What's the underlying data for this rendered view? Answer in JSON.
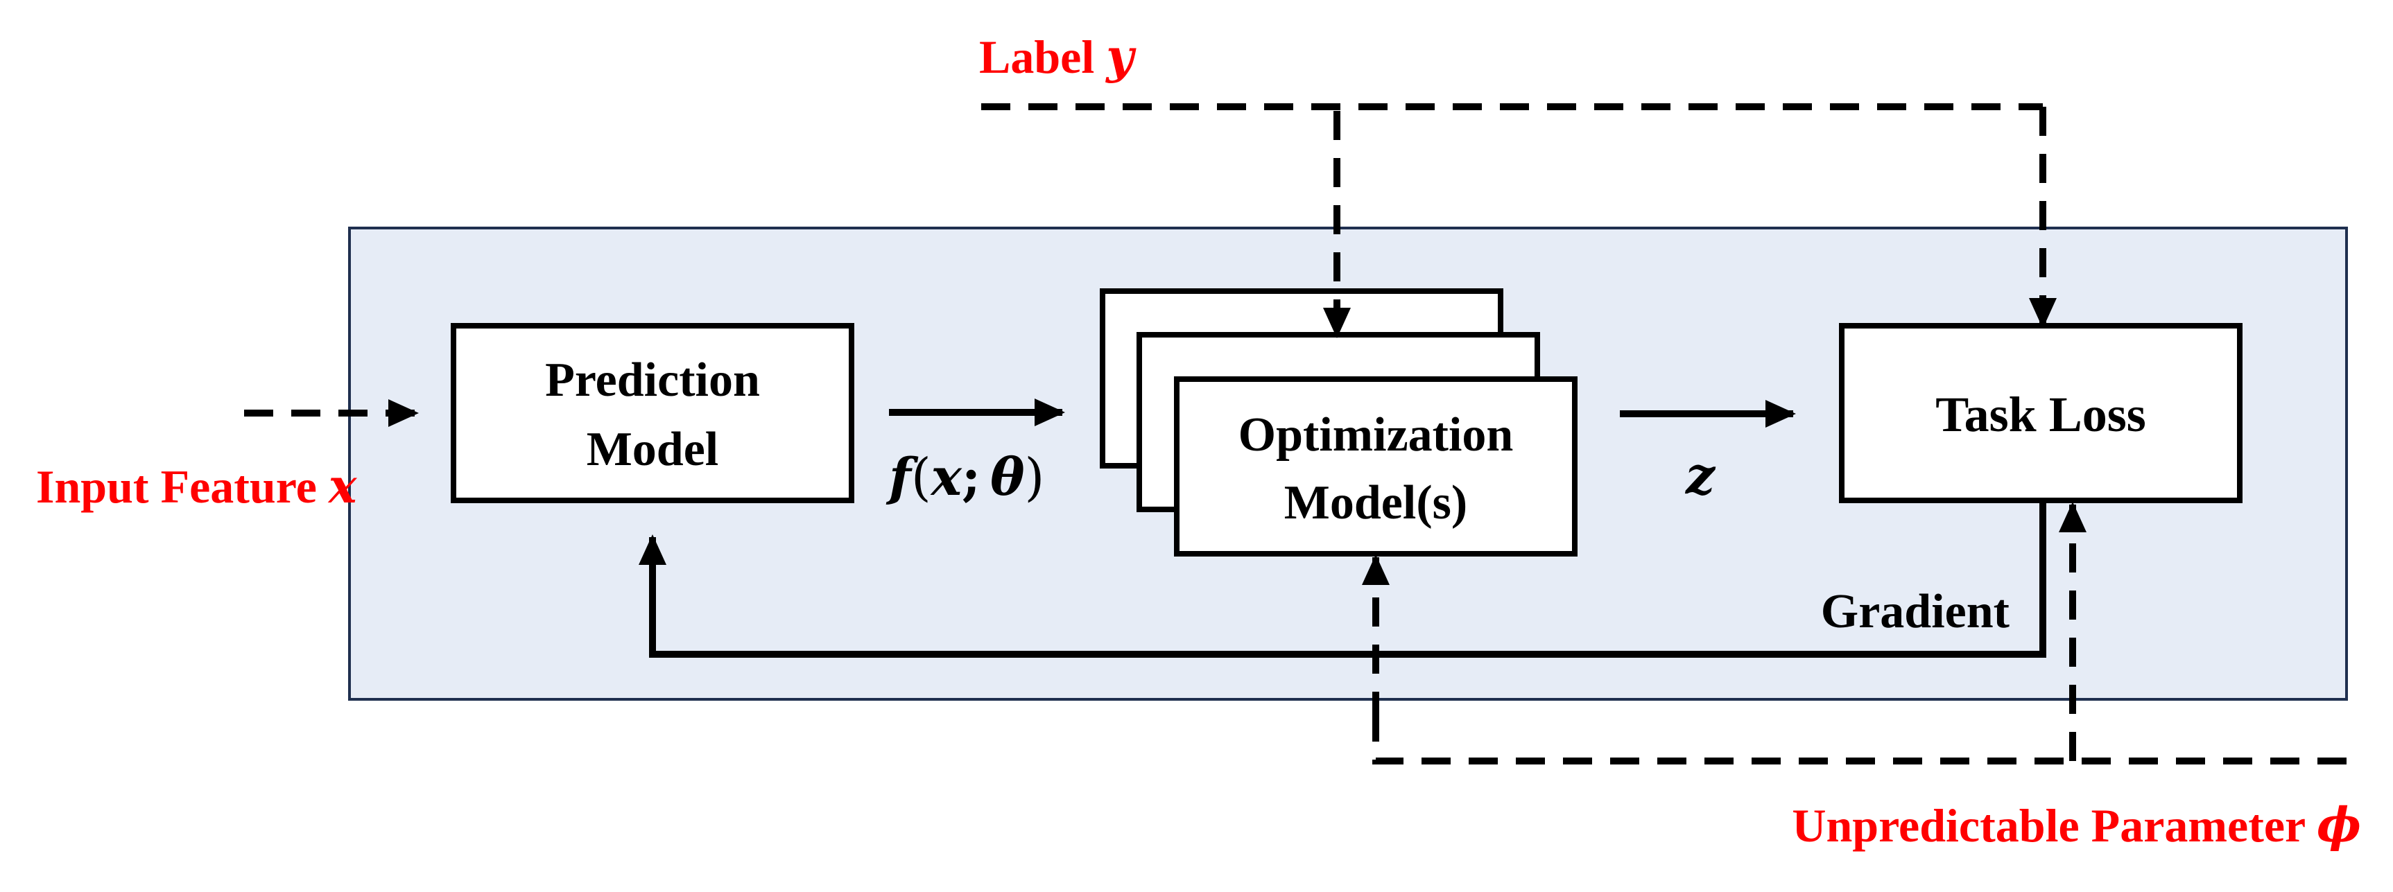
{
  "nodes": {
    "prediction_model": {
      "line1": "Prediction",
      "line2": "Model"
    },
    "optimization_model": {
      "line1": "Optimization",
      "line2": "Model(s)"
    },
    "task_loss": {
      "label": "Task Loss"
    }
  },
  "edge_labels": {
    "prediction_output": {
      "f": "f",
      "open": "(",
      "x": "x",
      "sep": ";",
      "theta": "θ",
      "close": ")"
    },
    "decision": "z",
    "gradient": "Gradient"
  },
  "inputs": {
    "input_feature": {
      "text": "Input Feature ",
      "symbol": "x"
    },
    "label": {
      "text": "Label ",
      "symbol": "y"
    },
    "unpredictable_parameter": {
      "text": "Unpredictable Parameter ",
      "symbol": "ϕ"
    }
  },
  "colors": {
    "panel_fill": "#e6ecf6",
    "panel_border": "#1f2f4f",
    "annotation_red": "#ff0000",
    "stroke": "#000000"
  }
}
